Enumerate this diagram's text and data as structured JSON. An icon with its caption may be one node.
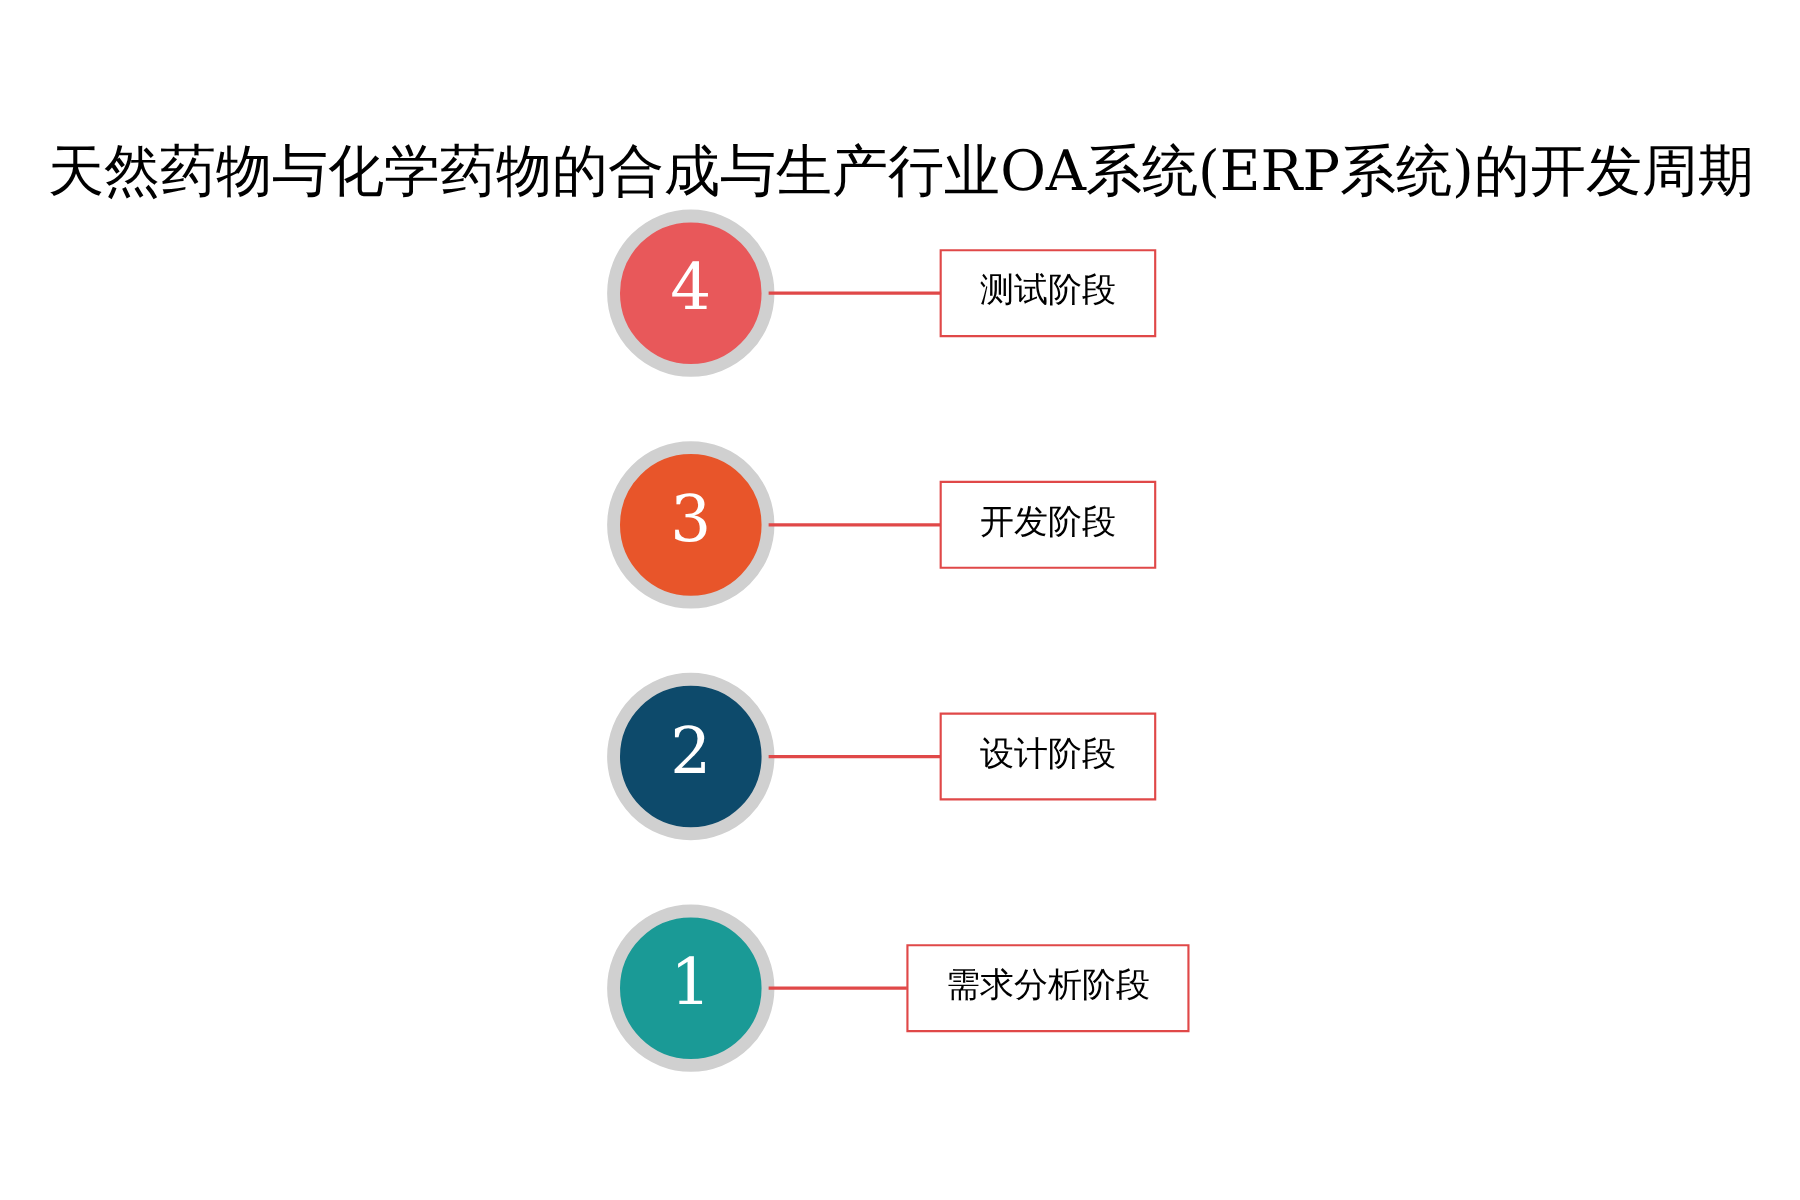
{
  "diagram": {
    "title": "天然药物与化学药物的合成与生产行业OA系统(ERP系统)的开发周期",
    "nodes": [
      {
        "text": [
          "1"
        ]
      },
      {
        "text": [
          "需求分析阶段"
        ]
      },
      {
        "text": [
          "2"
        ]
      },
      {
        "text": [
          "设计阶段"
        ]
      },
      {
        "text": [
          "3"
        ]
      },
      {
        "text": [
          "开发阶段"
        ]
      },
      {
        "text": [
          "4"
        ]
      },
      {
        "text": [
          "测试阶段"
        ]
      }
    ],
    "edges": [
      {
        "from": 0,
        "to": 1,
        "arrow": "none"
      },
      {
        "from": 2,
        "to": 3,
        "arrow": "none"
      },
      {
        "from": 4,
        "to": 5,
        "arrow": "none"
      },
      {
        "from": 6,
        "to": 7,
        "arrow": "none"
      }
    ]
  }
}
